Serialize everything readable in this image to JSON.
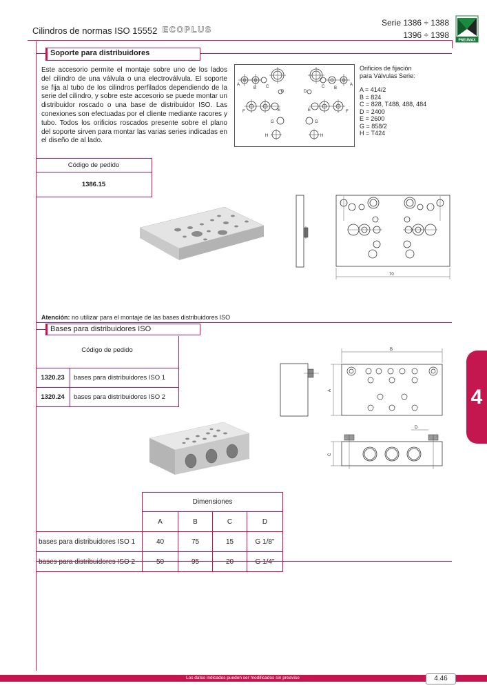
{
  "header": {
    "title": "Cilindros de normas ISO 15552",
    "eco_logo": "ECOPLUS",
    "serie_line1": "Serie 1386 ÷ 1388",
    "serie_line2": "1396 ÷ 1398",
    "brand": "PNEUMAX"
  },
  "section1": {
    "title": "Soporte para distribuidores",
    "description": "Este accesorio permite el montaje sobre uno de los lados del cilindro de una válvula o una electroválvula. El soporte se fija al tubo de los cilindros perfilados dependiendo de la serie del cilindro, y sobre este accesorio se puede montar un distribuidor roscado o una base de distribuidor ISO. Las conexiones son efectuadas por el cliente mediante racores y tubo. Todos los orificios roscados presente sobre  el plano del soporte sirven para montar las varias series indicadas en el diseño de al lado.",
    "orificios_title_1": "Orificios de fijación",
    "orificios_title_2": "para Válvulas Serie:",
    "orificios": [
      "A = 414/2",
      "B = 824",
      "C = 828, T488, 488, 484",
      "D = 2400",
      "E = 2600",
      "G = 858/2",
      "H = T424"
    ],
    "hole_labels": [
      "A",
      "B",
      "C",
      "D",
      "E",
      "F",
      "G",
      "H"
    ],
    "order_header": "Código de pedido",
    "order_code": "1386.15",
    "dim_70": "70",
    "attention_bold": "Atención:",
    "attention_text": " no utilizar para el montaje de las bases distribuidores ISO"
  },
  "section2": {
    "title": "Bases para distribuidores ISO",
    "order_header": "Código de pedido",
    "rows": [
      {
        "code": "1320.23",
        "desc": "bases para distribuidores ISO 1"
      },
      {
        "code": "1320.24",
        "desc": "bases para distribuidores ISO 2"
      }
    ],
    "dim_labels": {
      "A": "A",
      "B": "B",
      "C": "C",
      "D": "D"
    },
    "dimensions": {
      "header": "Dimensiones",
      "cols": [
        "A",
        "B",
        "C",
        "D"
      ],
      "rows": [
        {
          "label": "bases para distribuidores ISO 1",
          "A": "40",
          "B": "75",
          "C": "15",
          "D": "G 1/8\""
        },
        {
          "label": "bases para distribuidores ISO 2",
          "A": "50",
          "B": "95",
          "C": "20",
          "D": "G 1/4\""
        }
      ]
    }
  },
  "side_tab": "4",
  "footer": {
    "note": "Los datos indicados pueden ser modificados sin preaviso",
    "page": "4.46"
  },
  "colors": {
    "accent": "#c4174f"
  }
}
